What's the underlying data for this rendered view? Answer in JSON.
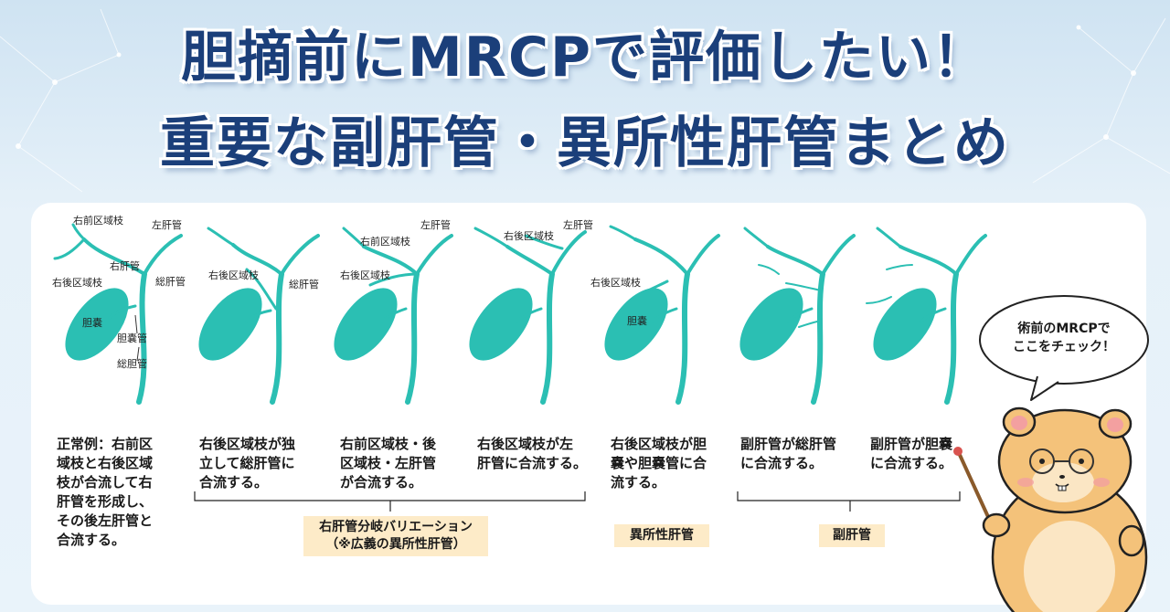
{
  "title": {
    "line1": "胆摘前にMRCPで評価したい！",
    "line2": "重要な副肝管・異所性肝管まとめ"
  },
  "colors": {
    "duct": "#2bbfb3",
    "title": "#1b3f7a",
    "tag_bg": "#fdebc8"
  },
  "labels": {
    "right_anterior": "右前区域枝",
    "left_hepatic": "左肝管",
    "right_hepatic": "右肝管",
    "right_posterior": "右後区域枝",
    "common_hepatic": "総肝管",
    "gallbladder": "胆嚢",
    "cystic_duct": "胆嚢管",
    "common_bile": "総胆管"
  },
  "descriptions": [
    "正常例：右前区\n域枝と右後区域\n枝が合流して右\n肝管を形成し、\nその後左肝管と\n合流する。",
    "右後区域枝が独\n立して総肝管に\n合流する。",
    "右前区域枝・後\n区域枝・左肝管\nが合流する。",
    "右後区域枝が左\n肝管に合流する。",
    "右後区域枝が胆\n嚢や胆嚢管に合\n流する。",
    "副肝管が総肝管\nに合流する。",
    "副肝管が胆嚢\nに合流する。"
  ],
  "groups": {
    "variation": "右肝管分岐バリエーション\n（※広義の異所性肝管）",
    "ectopic": "異所性肝管",
    "accessory": "副肝管"
  },
  "speech": "術前のMRCPで\nここをチェック！"
}
